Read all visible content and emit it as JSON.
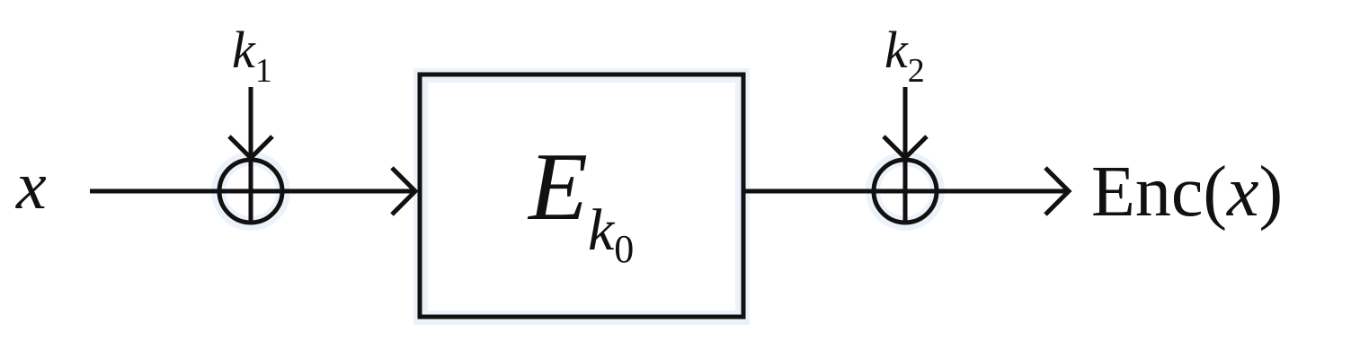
{
  "diagram": {
    "input_label": "x",
    "key1": {
      "base": "k",
      "sub": "1"
    },
    "key2": {
      "base": "k",
      "sub": "2"
    },
    "block": {
      "base": "E",
      "sub_base": "k",
      "sub_sub": "0"
    },
    "output_label": {
      "prefix": "Enc(",
      "var": "x",
      "suffix": ")"
    },
    "colors": {
      "stroke": "#111111",
      "background": "#ffffff",
      "glow": "#dde8f5"
    }
  }
}
